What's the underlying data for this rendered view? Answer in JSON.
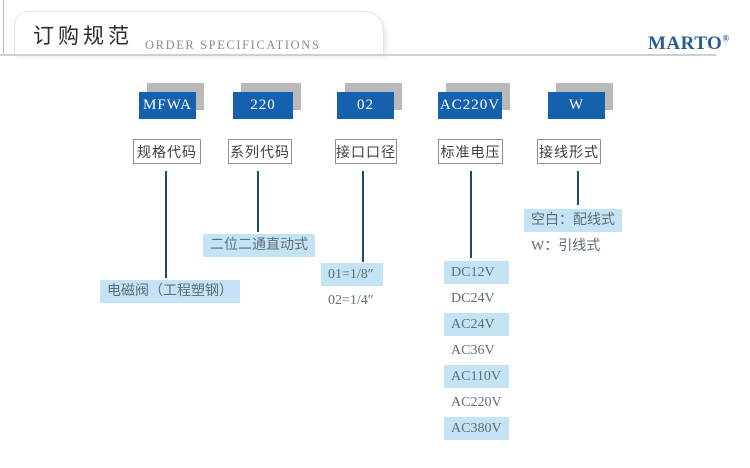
{
  "header": {
    "title_cn": "订购规范",
    "title_en": "ORDER SPECIFICATIONS",
    "brand": "MARTO",
    "brand_mark": "®"
  },
  "columns": [
    {
      "code": "MFWA",
      "label": "规格代码",
      "descriptions": [
        {
          "text": "电磁阀（工程塑钢）",
          "highlighted": true
        }
      ]
    },
    {
      "code": "220",
      "label": "系列代码",
      "descriptions": [
        {
          "text": "二位二通直动式",
          "highlighted": true
        }
      ]
    },
    {
      "code": "02",
      "label": "接口口径",
      "descriptions": [
        {
          "text": "01=1/8″",
          "highlighted": true
        },
        {
          "text": "02=1/4″",
          "highlighted": false
        }
      ]
    },
    {
      "code": "AC220V",
      "label": "标准电压",
      "descriptions": [
        {
          "text": "DC12V",
          "highlighted": true
        },
        {
          "text": "DC24V",
          "highlighted": false
        },
        {
          "text": "AC24V",
          "highlighted": true
        },
        {
          "text": "AC36V",
          "highlighted": false
        },
        {
          "text": "AC110V",
          "highlighted": true
        },
        {
          "text": "AC220V",
          "highlighted": false
        },
        {
          "text": "AC380V",
          "highlighted": true
        }
      ]
    },
    {
      "code": "W",
      "label": "接线形式",
      "descriptions": [
        {
          "text": "空白：配线式",
          "highlighted": true
        },
        {
          "text": "W：引线式",
          "highlighted": false
        }
      ]
    }
  ],
  "colors": {
    "code_box_blue": "#1561ae",
    "code_box_shadow": "#b9b9b9",
    "highlight_blue": "#c4e4f5",
    "connector_navy": "#1b4a70",
    "brand_blue": "#2b5c8e"
  }
}
